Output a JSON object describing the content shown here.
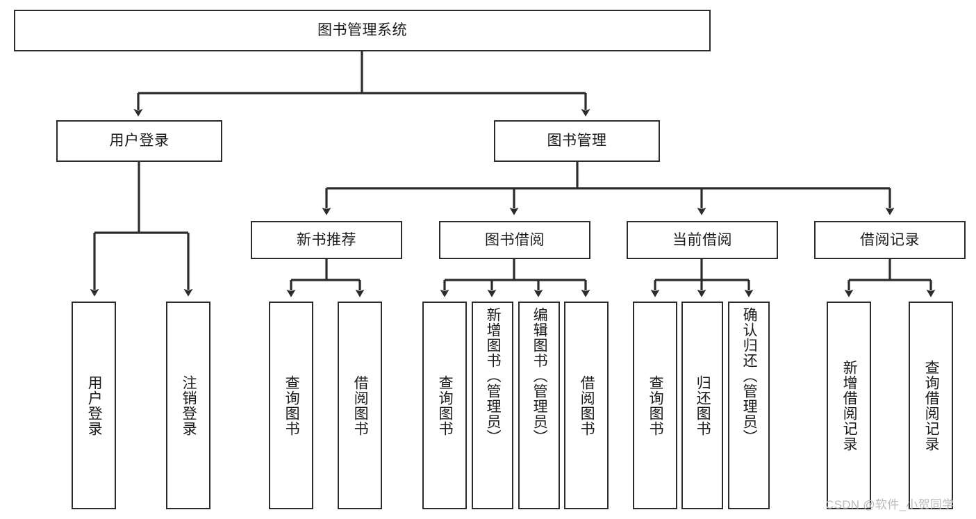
{
  "diagram": {
    "title": "图书管理系统",
    "type": "hierarchy-tree",
    "watermark": "CSDN @软件_小贺同学",
    "colors": {
      "box_border": "#2b2b2b",
      "box_fill": "#ffffff",
      "connector": "#2b2b2b",
      "text": "#1a1a1a",
      "watermark": "#b9b9b9",
      "background": "#ffffff"
    },
    "root": {
      "label": "图书管理系统"
    },
    "level1": [
      {
        "label": "用户登录"
      },
      {
        "label": "图书管理"
      }
    ],
    "level2": [
      {
        "label": "新书推荐"
      },
      {
        "label": "图书借阅"
      },
      {
        "label": "当前借阅"
      },
      {
        "label": "借阅记录"
      }
    ],
    "leaves": {
      "user_login": [
        {
          "label": "用户登录"
        },
        {
          "label": "注销登录"
        }
      ],
      "new_book_recommend": [
        {
          "label": "查询图书"
        },
        {
          "label": "借阅图书"
        }
      ],
      "book_borrow": [
        {
          "label": "查询图书"
        },
        {
          "label": "新增图书（管理员）"
        },
        {
          "label": "编辑图书（管理员）"
        },
        {
          "label": "借阅图书"
        }
      ],
      "current_borrow": [
        {
          "label": "查询图书"
        },
        {
          "label": "归还图书"
        },
        {
          "label": "确认归还（管理员）"
        }
      ],
      "borrow_record": [
        {
          "label": "新增借阅记录"
        },
        {
          "label": "查询借阅记录"
        }
      ]
    }
  }
}
